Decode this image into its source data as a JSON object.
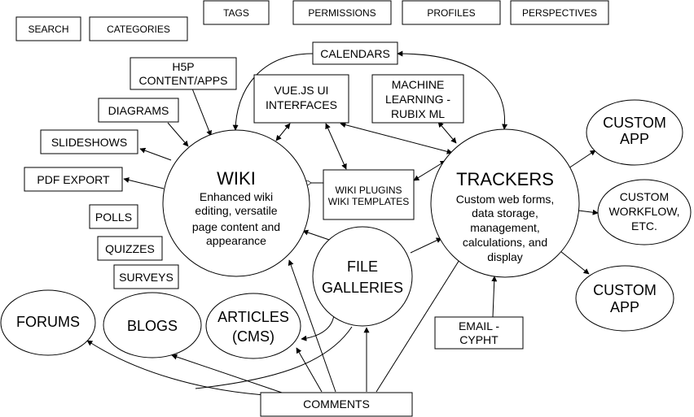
{
  "boxes": {
    "search": "SEARCH",
    "categories": "CATEGORIES",
    "tags": "TAGS",
    "permissions": "PERMISSIONS",
    "profiles": "PROFILES",
    "perspectives": "PERSPECTIVES",
    "calendars": "CALENDARS",
    "h5p": [
      "H5P",
      "CONTENT/APPS"
    ],
    "vue": [
      "VUE.JS UI",
      "INTERFACES"
    ],
    "ml": [
      "MACHINE",
      "LEARNING -",
      "RUBIX ML"
    ],
    "diagrams": "DIAGRAMS",
    "slideshows": "SLIDESHOWS",
    "pdf_export": "PDF EXPORT",
    "polls": "POLLS",
    "quizzes": "QUIZZES",
    "surveys": "SURVEYS",
    "wiki_plugins": [
      "WIKI PLUGINS",
      "WIKI TEMPLATES"
    ],
    "email": [
      "EMAIL -",
      "CYPHT"
    ],
    "comments": "COMMENTS"
  },
  "circles": {
    "wiki": {
      "title": "WIKI",
      "desc": [
        "Enhanced wiki",
        "editing, versatile",
        "page content and",
        "appearance"
      ]
    },
    "trackers": {
      "title": "TRACKERS",
      "desc": [
        "Custom web forms,",
        "data storage,",
        "management,",
        "calculations, and",
        "display"
      ]
    },
    "file_galleries": [
      "FILE",
      "GALLERIES"
    ],
    "forums": "FORUMS",
    "blogs": "BLOGS",
    "articles": [
      "ARTICLES",
      "(CMS)"
    ],
    "custom_app_top": [
      "CUSTOM",
      "APP"
    ],
    "custom_workflow": [
      "CUSTOM",
      "WORKFLOW,",
      "ETC."
    ],
    "custom_app_bottom": [
      "CUSTOM",
      "APP"
    ]
  }
}
